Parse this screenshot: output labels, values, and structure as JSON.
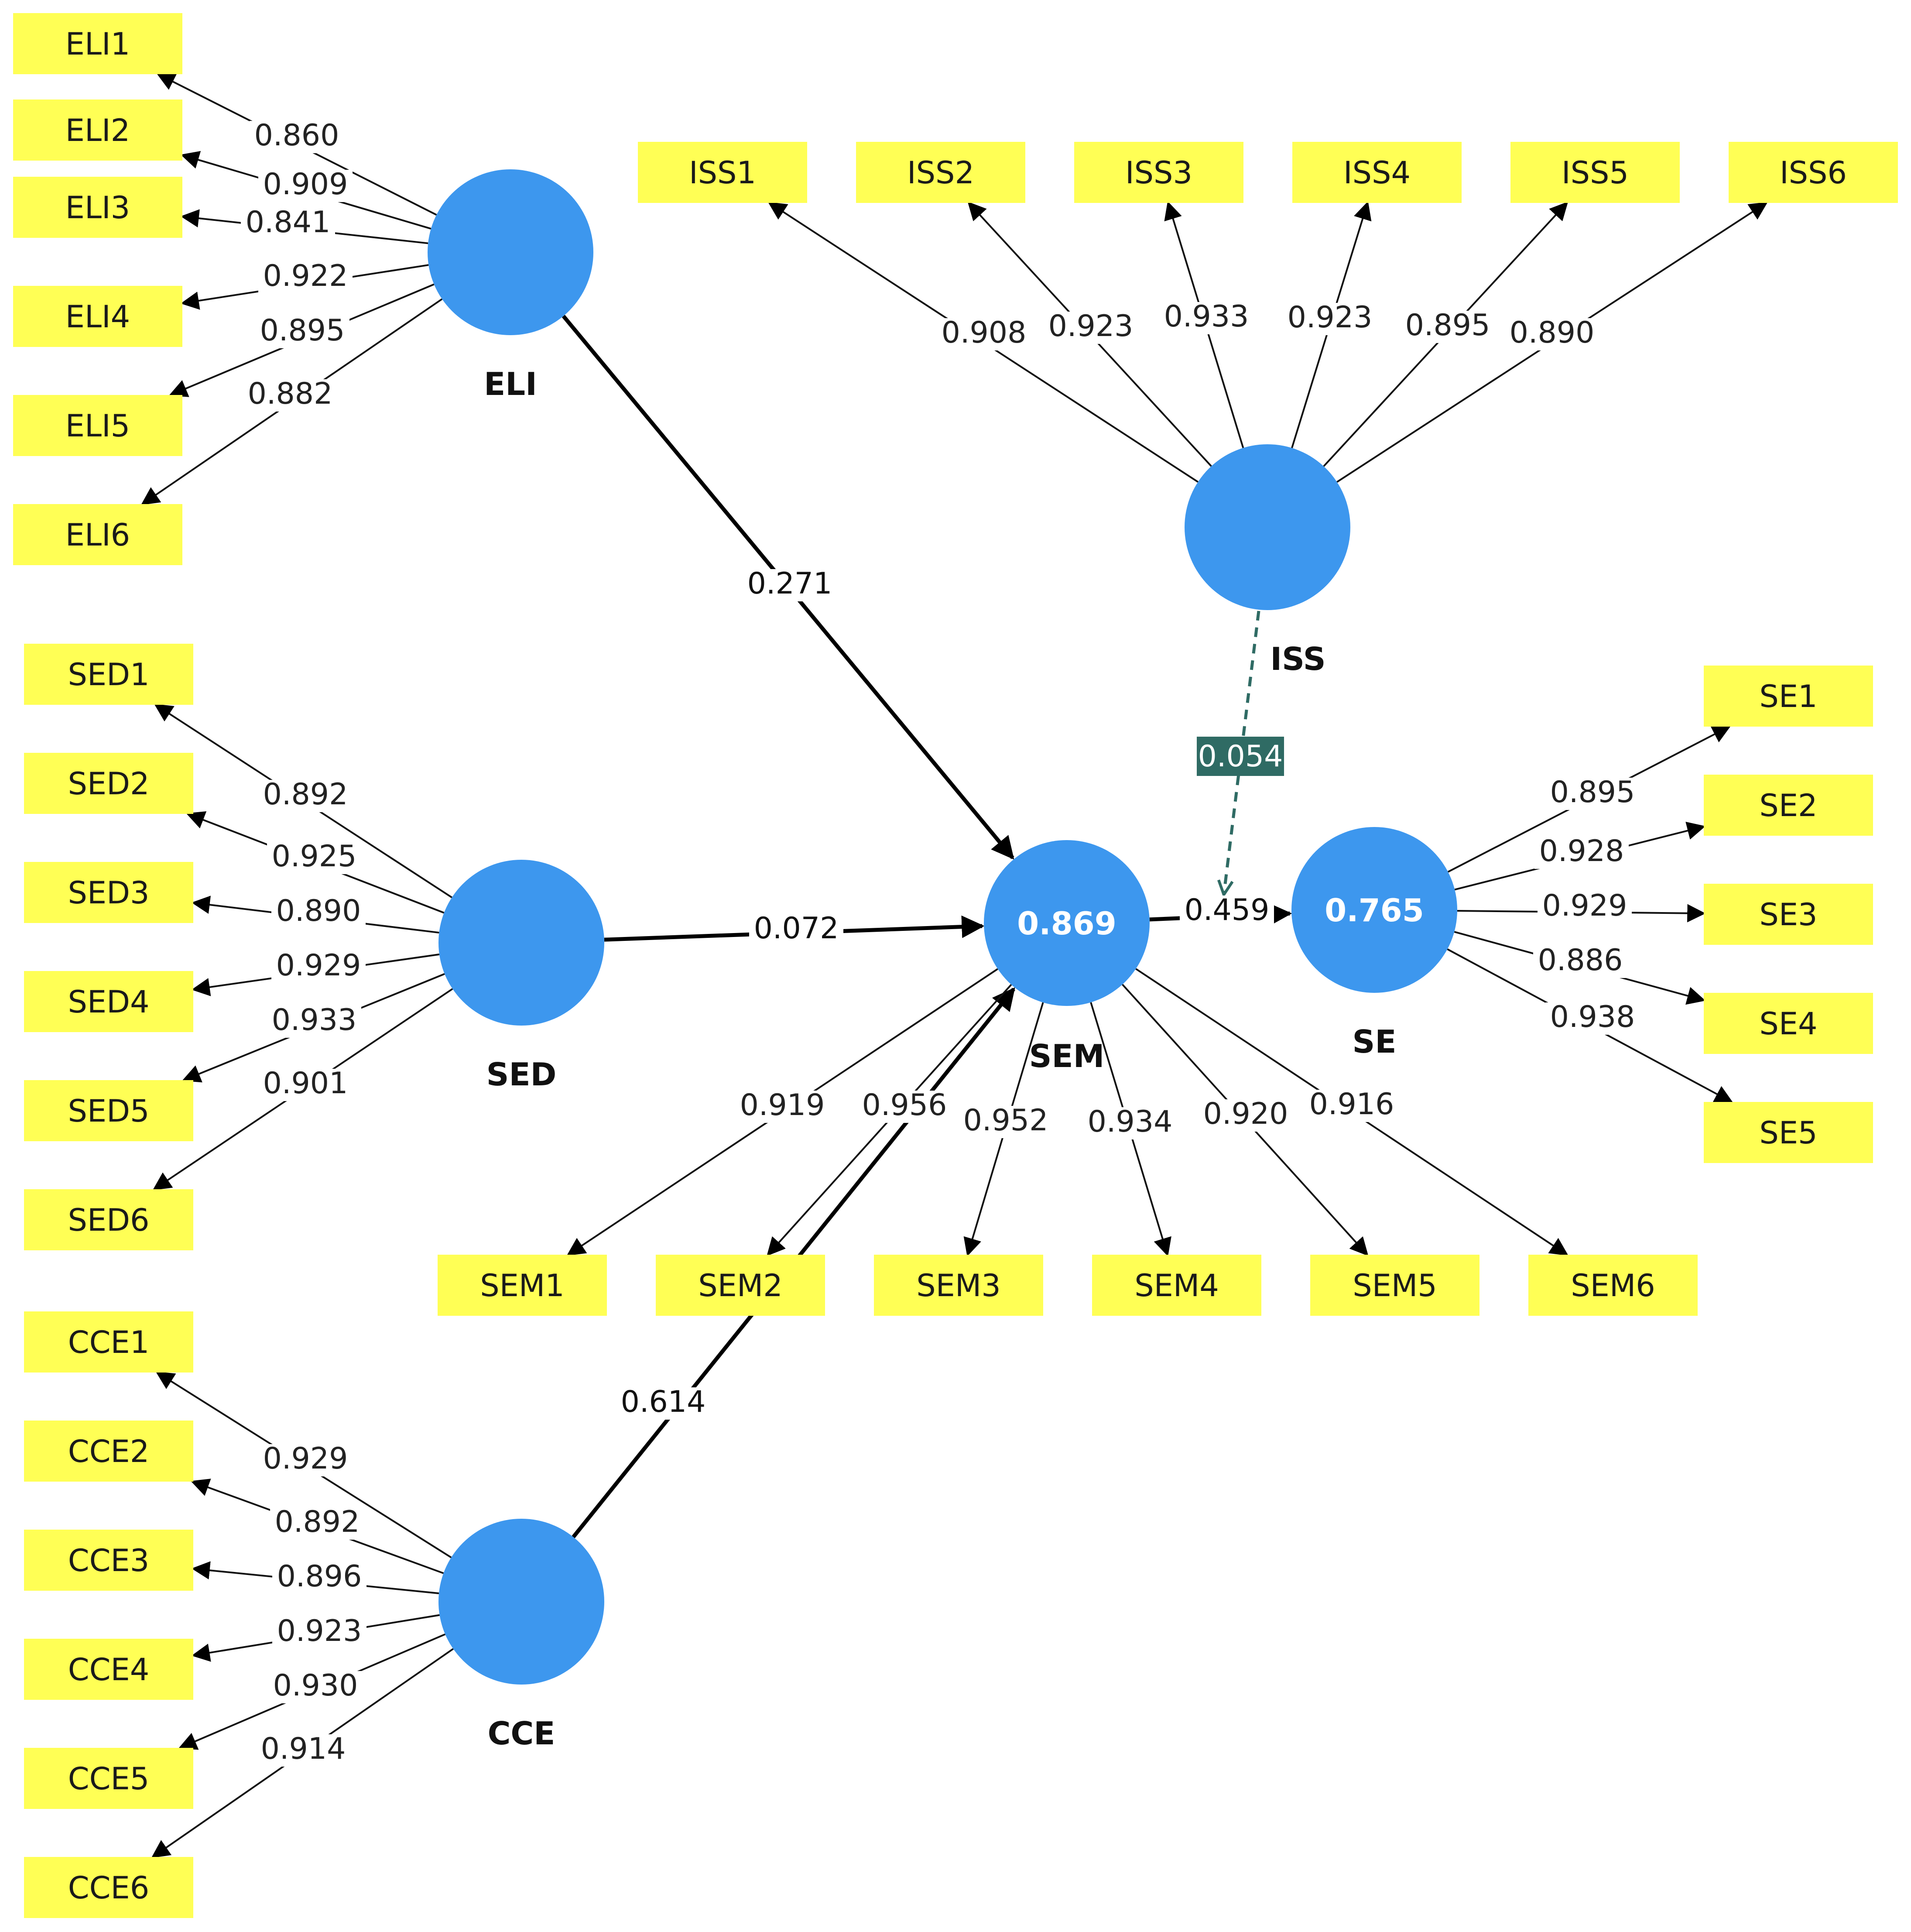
{
  "latent_variables": [
    {
      "id": "ELI",
      "name": "ELI",
      "r2": ""
    },
    {
      "id": "ISS",
      "name": "ISS",
      "r2": ""
    },
    {
      "id": "SED",
      "name": "SED",
      "r2": ""
    },
    {
      "id": "SEM",
      "name": "SEM",
      "r2": "0.869"
    },
    {
      "id": "SE",
      "name": "SE",
      "r2": "0.765"
    },
    {
      "id": "CCE",
      "name": "CCE",
      "r2": ""
    }
  ],
  "indicators": [
    {
      "id": "ELI1",
      "lv": "ELI",
      "loading": "0.860"
    },
    {
      "id": "ELI2",
      "lv": "ELI",
      "loading": "0.909"
    },
    {
      "id": "ELI3",
      "lv": "ELI",
      "loading": "0.841"
    },
    {
      "id": "ELI4",
      "lv": "ELI",
      "loading": "0.922"
    },
    {
      "id": "ELI5",
      "lv": "ELI",
      "loading": "0.895"
    },
    {
      "id": "ELI6",
      "lv": "ELI",
      "loading": "0.882"
    },
    {
      "id": "ISS1",
      "lv": "ISS",
      "loading": "0.908"
    },
    {
      "id": "ISS2",
      "lv": "ISS",
      "loading": "0.923"
    },
    {
      "id": "ISS3",
      "lv": "ISS",
      "loading": "0.933"
    },
    {
      "id": "ISS4",
      "lv": "ISS",
      "loading": "0.923"
    },
    {
      "id": "ISS5",
      "lv": "ISS",
      "loading": "0.895"
    },
    {
      "id": "ISS6",
      "lv": "ISS",
      "loading": "0.890"
    },
    {
      "id": "SED1",
      "lv": "SED",
      "loading": "0.892"
    },
    {
      "id": "SED2",
      "lv": "SED",
      "loading": "0.925"
    },
    {
      "id": "SED3",
      "lv": "SED",
      "loading": "0.890"
    },
    {
      "id": "SED4",
      "lv": "SED",
      "loading": "0.929"
    },
    {
      "id": "SED5",
      "lv": "SED",
      "loading": "0.933"
    },
    {
      "id": "SED6",
      "lv": "SED",
      "loading": "0.901"
    },
    {
      "id": "SEM1",
      "lv": "SEM",
      "loading": "0.919"
    },
    {
      "id": "SEM2",
      "lv": "SEM",
      "loading": "0.956"
    },
    {
      "id": "SEM3",
      "lv": "SEM",
      "loading": "0.952"
    },
    {
      "id": "SEM4",
      "lv": "SEM",
      "loading": "0.934"
    },
    {
      "id": "SEM5",
      "lv": "SEM",
      "loading": "0.920"
    },
    {
      "id": "SEM6",
      "lv": "SEM",
      "loading": "0.916"
    },
    {
      "id": "SE1",
      "lv": "SE",
      "loading": "0.895"
    },
    {
      "id": "SE2",
      "lv": "SE",
      "loading": "0.928"
    },
    {
      "id": "SE3",
      "lv": "SE",
      "loading": "0.929"
    },
    {
      "id": "SE4",
      "lv": "SE",
      "loading": "0.886"
    },
    {
      "id": "SE5",
      "lv": "SE",
      "loading": "0.938"
    },
    {
      "id": "CCE1",
      "lv": "CCE",
      "loading": "0.929"
    },
    {
      "id": "CCE2",
      "lv": "CCE",
      "loading": "0.892"
    },
    {
      "id": "CCE3",
      "lv": "CCE",
      "loading": "0.896"
    },
    {
      "id": "CCE4",
      "lv": "CCE",
      "loading": "0.923"
    },
    {
      "id": "CCE5",
      "lv": "CCE",
      "loading": "0.930"
    },
    {
      "id": "CCE6",
      "lv": "CCE",
      "loading": "0.914"
    }
  ],
  "paths": [
    {
      "from": "ELI",
      "to": "SEM",
      "coef": "0.271"
    },
    {
      "from": "SED",
      "to": "SEM",
      "coef": "0.072"
    },
    {
      "from": "CCE",
      "to": "SEM",
      "coef": "0.614"
    },
    {
      "from": "SEM",
      "to": "SE",
      "coef": "0.459"
    }
  ],
  "moderation": {
    "from": "ISS",
    "coef": "0.054"
  },
  "colors": {
    "indicator_fill": "#ffff55",
    "latent_fill": "#3d97ee",
    "moderation": "#2f6b64"
  }
}
